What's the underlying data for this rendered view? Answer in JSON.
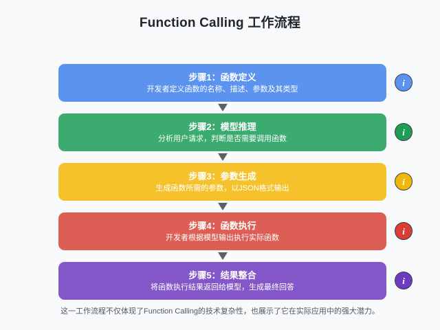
{
  "header": {
    "title": "Function Calling 工作流程"
  },
  "flow": {
    "steps": [
      {
        "title": "步骤1：函数定义",
        "desc": "开发者定义函数的名称、描述、参数及其类型",
        "color": "#5b93ef",
        "badge_icon": "i",
        "badge_name": "info-icon"
      },
      {
        "title": "步骤2：模型推理",
        "desc": "分析用户请求，判断是否需要调用函数",
        "color": "#3cab6f",
        "badge_icon": "i",
        "badge_name": "info-icon"
      },
      {
        "title": "步骤3：参数生成",
        "desc": "生成函数所需的参数，以JSON格式输出",
        "color": "#f5c22c",
        "badge_icon": "i",
        "badge_name": "info-icon"
      },
      {
        "title": "步骤4：函数执行",
        "desc": "开发者根据模型输出执行实际函数",
        "color": "#dd5e54",
        "badge_icon": "i",
        "badge_name": "info-icon"
      },
      {
        "title": "步骤5：结果整合",
        "desc": "将函数执行结果返回给模型，生成最终回答",
        "color": "#8457c8",
        "badge_icon": "i",
        "badge_name": "info-icon"
      }
    ],
    "connector_icon": "arrow-down-icon"
  },
  "footer": {
    "note": "这一工作流程不仅体现了Function Calling的技术复杂性，也展示了它在实际应用中的强大潜力。"
  },
  "theme": {
    "background": "#f7f9fb",
    "title_color": "#22262b",
    "footer_color": "#555a60",
    "connector_color": "#5c6066",
    "badge_ring": "#3b3f45"
  }
}
